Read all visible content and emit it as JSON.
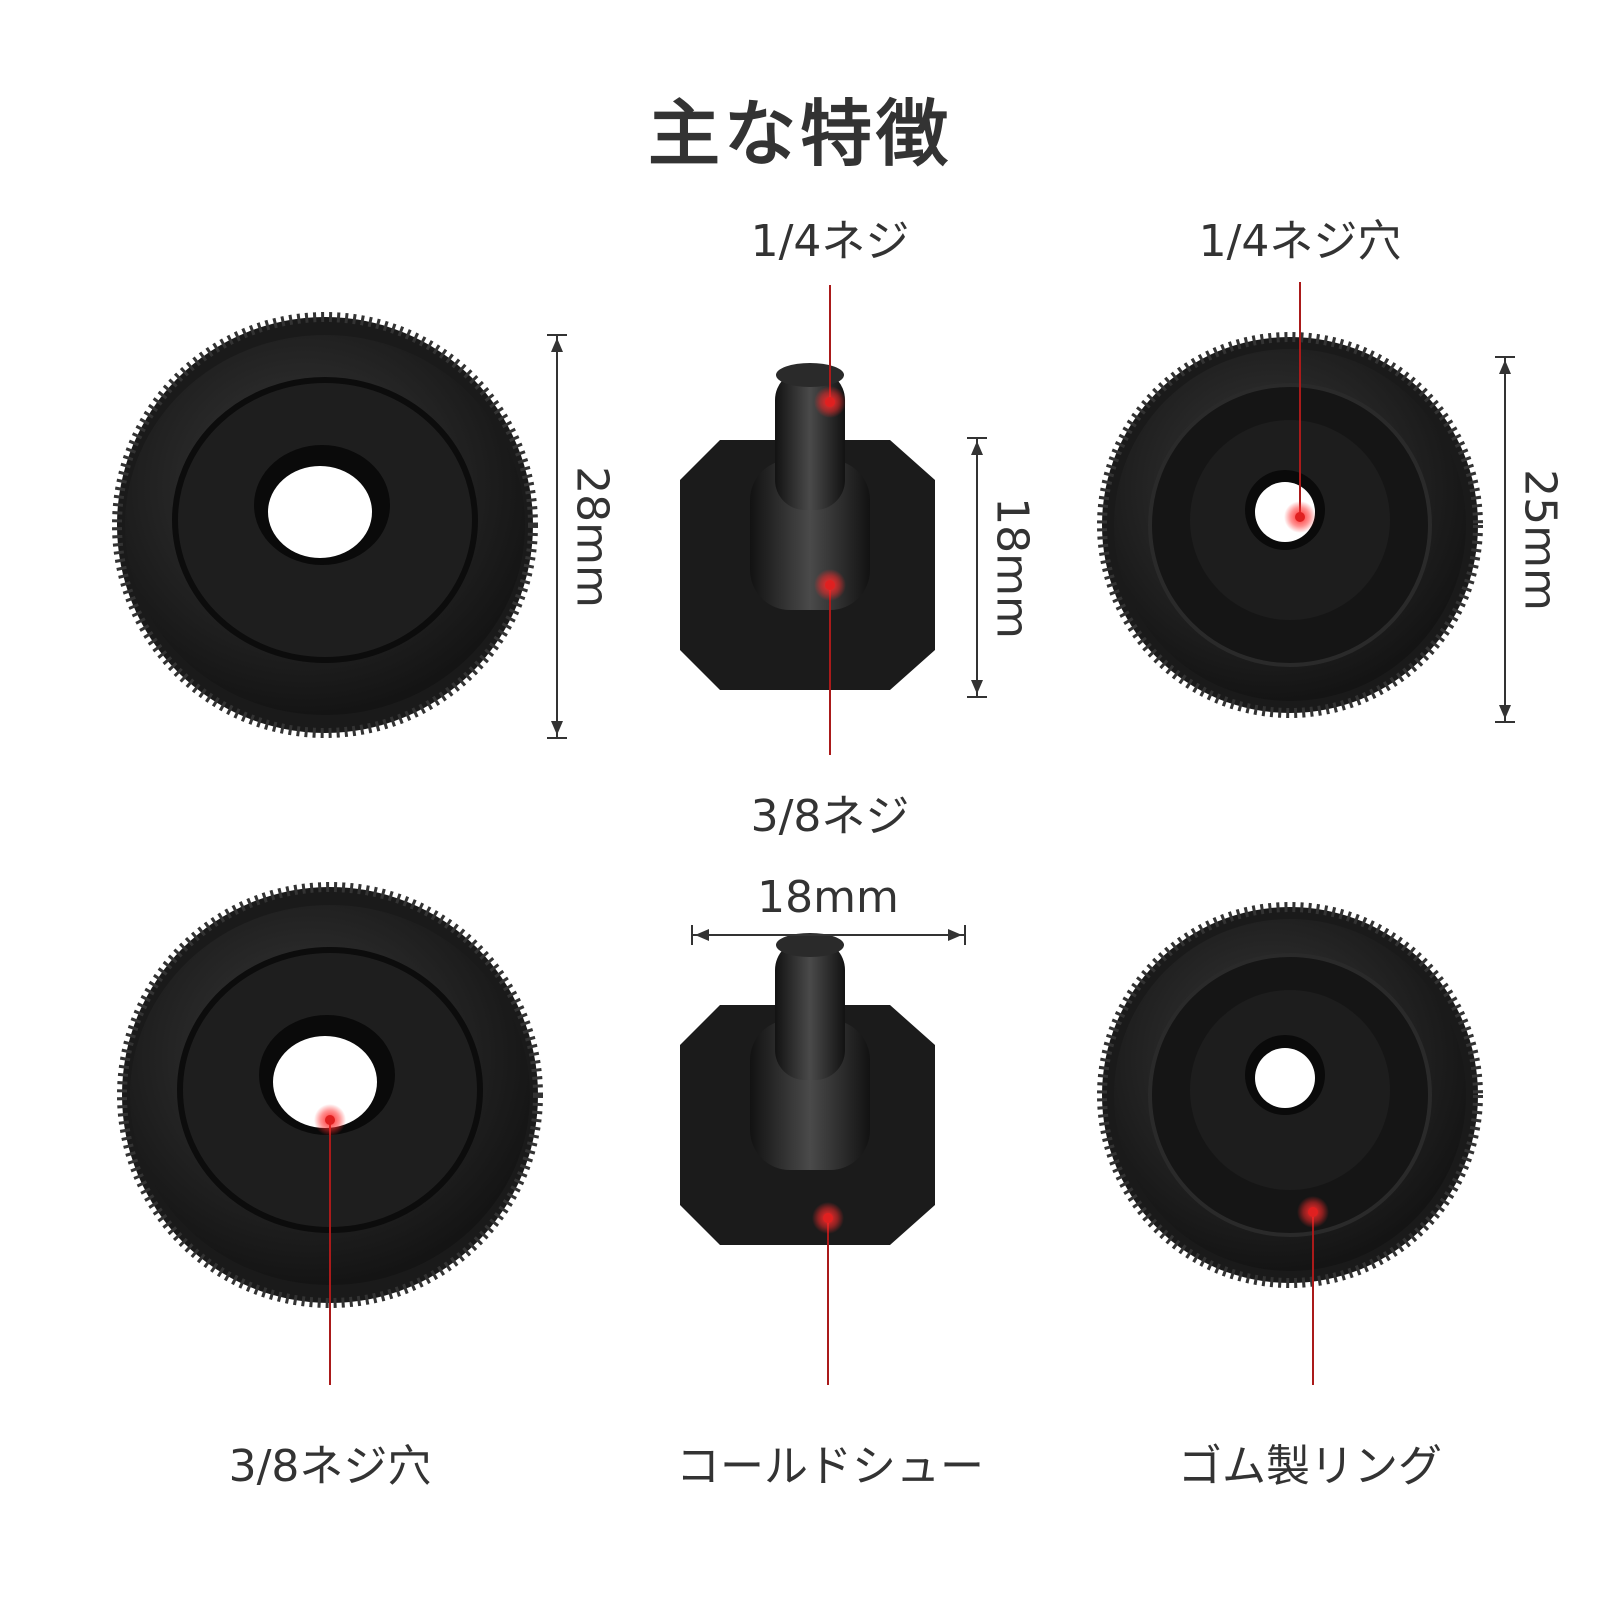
{
  "title": "主な特徴",
  "labels": {
    "top_screw_1_4": "1/4ネジ",
    "top_hole_1_4": "1/4ネジ穴",
    "screw_3_8": "3/8ネジ",
    "hole_3_8": "3/8ネジ穴",
    "cold_shoe": "コールドシュー",
    "rubber_ring": "ゴム製リング"
  },
  "dimensions": {
    "large_knob": "28mm",
    "shoe_height": "18mm",
    "shoe_width": "18mm",
    "small_knob": "25mm"
  },
  "colors": {
    "part": "#1c1c1c",
    "part_edge": "#2e2e2e",
    "callout": "#cc1f1f",
    "dimension_line": "#333333"
  }
}
